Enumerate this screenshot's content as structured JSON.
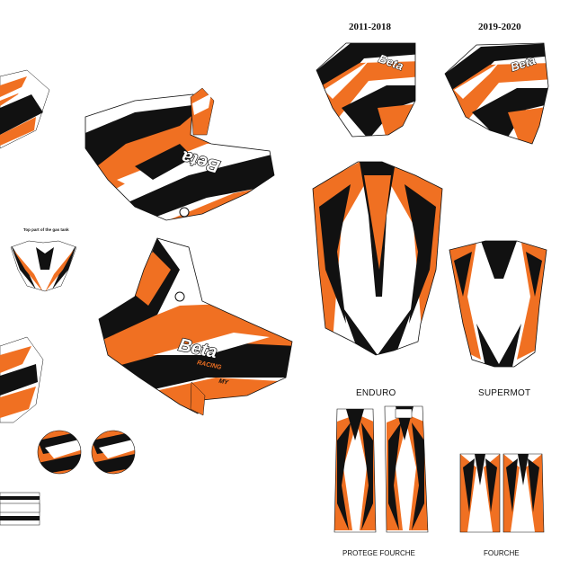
{
  "colors": {
    "orange": "#f07022",
    "black": "#111111",
    "white": "#ffffff",
    "grey": "#cfcfcf"
  },
  "labels": {
    "year_a": "2011-2018",
    "year_b": "2019-2020",
    "enduro": "ENDURO",
    "supermot": "SUPERMOT",
    "protege_fourche": "PROTEGE FOURCHE",
    "fourche": "FOURCHE",
    "gas_tank": "Top part of the gas tank"
  },
  "decal_text": {
    "brand": "Beta",
    "brand_sub": "RACING",
    "sponsor": "MY"
  }
}
